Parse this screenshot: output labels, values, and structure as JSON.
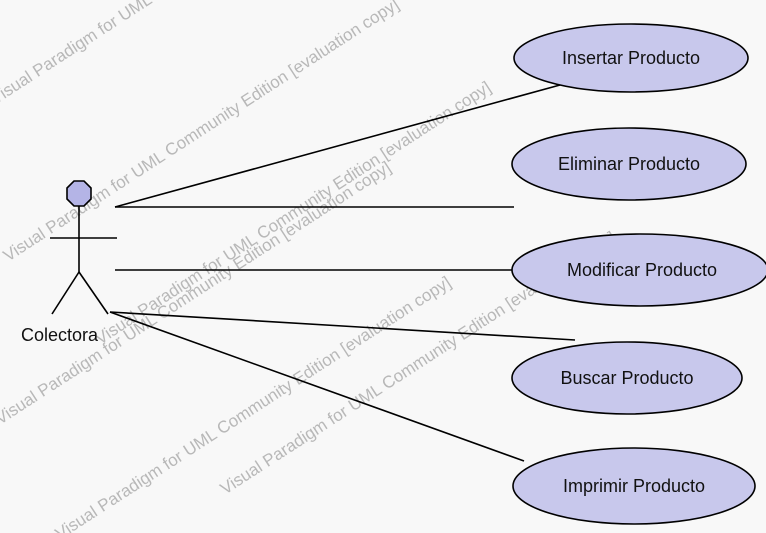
{
  "diagram": {
    "actor": {
      "name": "Colectora"
    },
    "use_cases": [
      {
        "label": "Insertar Producto"
      },
      {
        "label": "Eliminar Producto"
      },
      {
        "label": "Modificar Producto"
      },
      {
        "label": "Buscar Producto"
      },
      {
        "label": "Imprimir Producto"
      }
    ],
    "watermark": [
      "Visual Paradigm for UML Community Edition [evaluation copy]",
      "Visual Paradigm for UML Community Edition [evaluation copy]",
      "Visual Paradigm for UML Community Edition [evaluation copy]",
      "Visual Paradigm for UML Community Edition [evaluation copy]",
      "Visual Paradigm for UML Community Edition [evaluation copy]",
      "Visual Paradigm for UML Community Edition [evaluation copy]"
    ],
    "colors": {
      "use_case_fill": "#c8c8ec",
      "use_case_stroke": "#000000",
      "actor_head_fill": "#b4b4e6",
      "line": "#000000",
      "watermark": "#b8b8b8"
    }
  }
}
